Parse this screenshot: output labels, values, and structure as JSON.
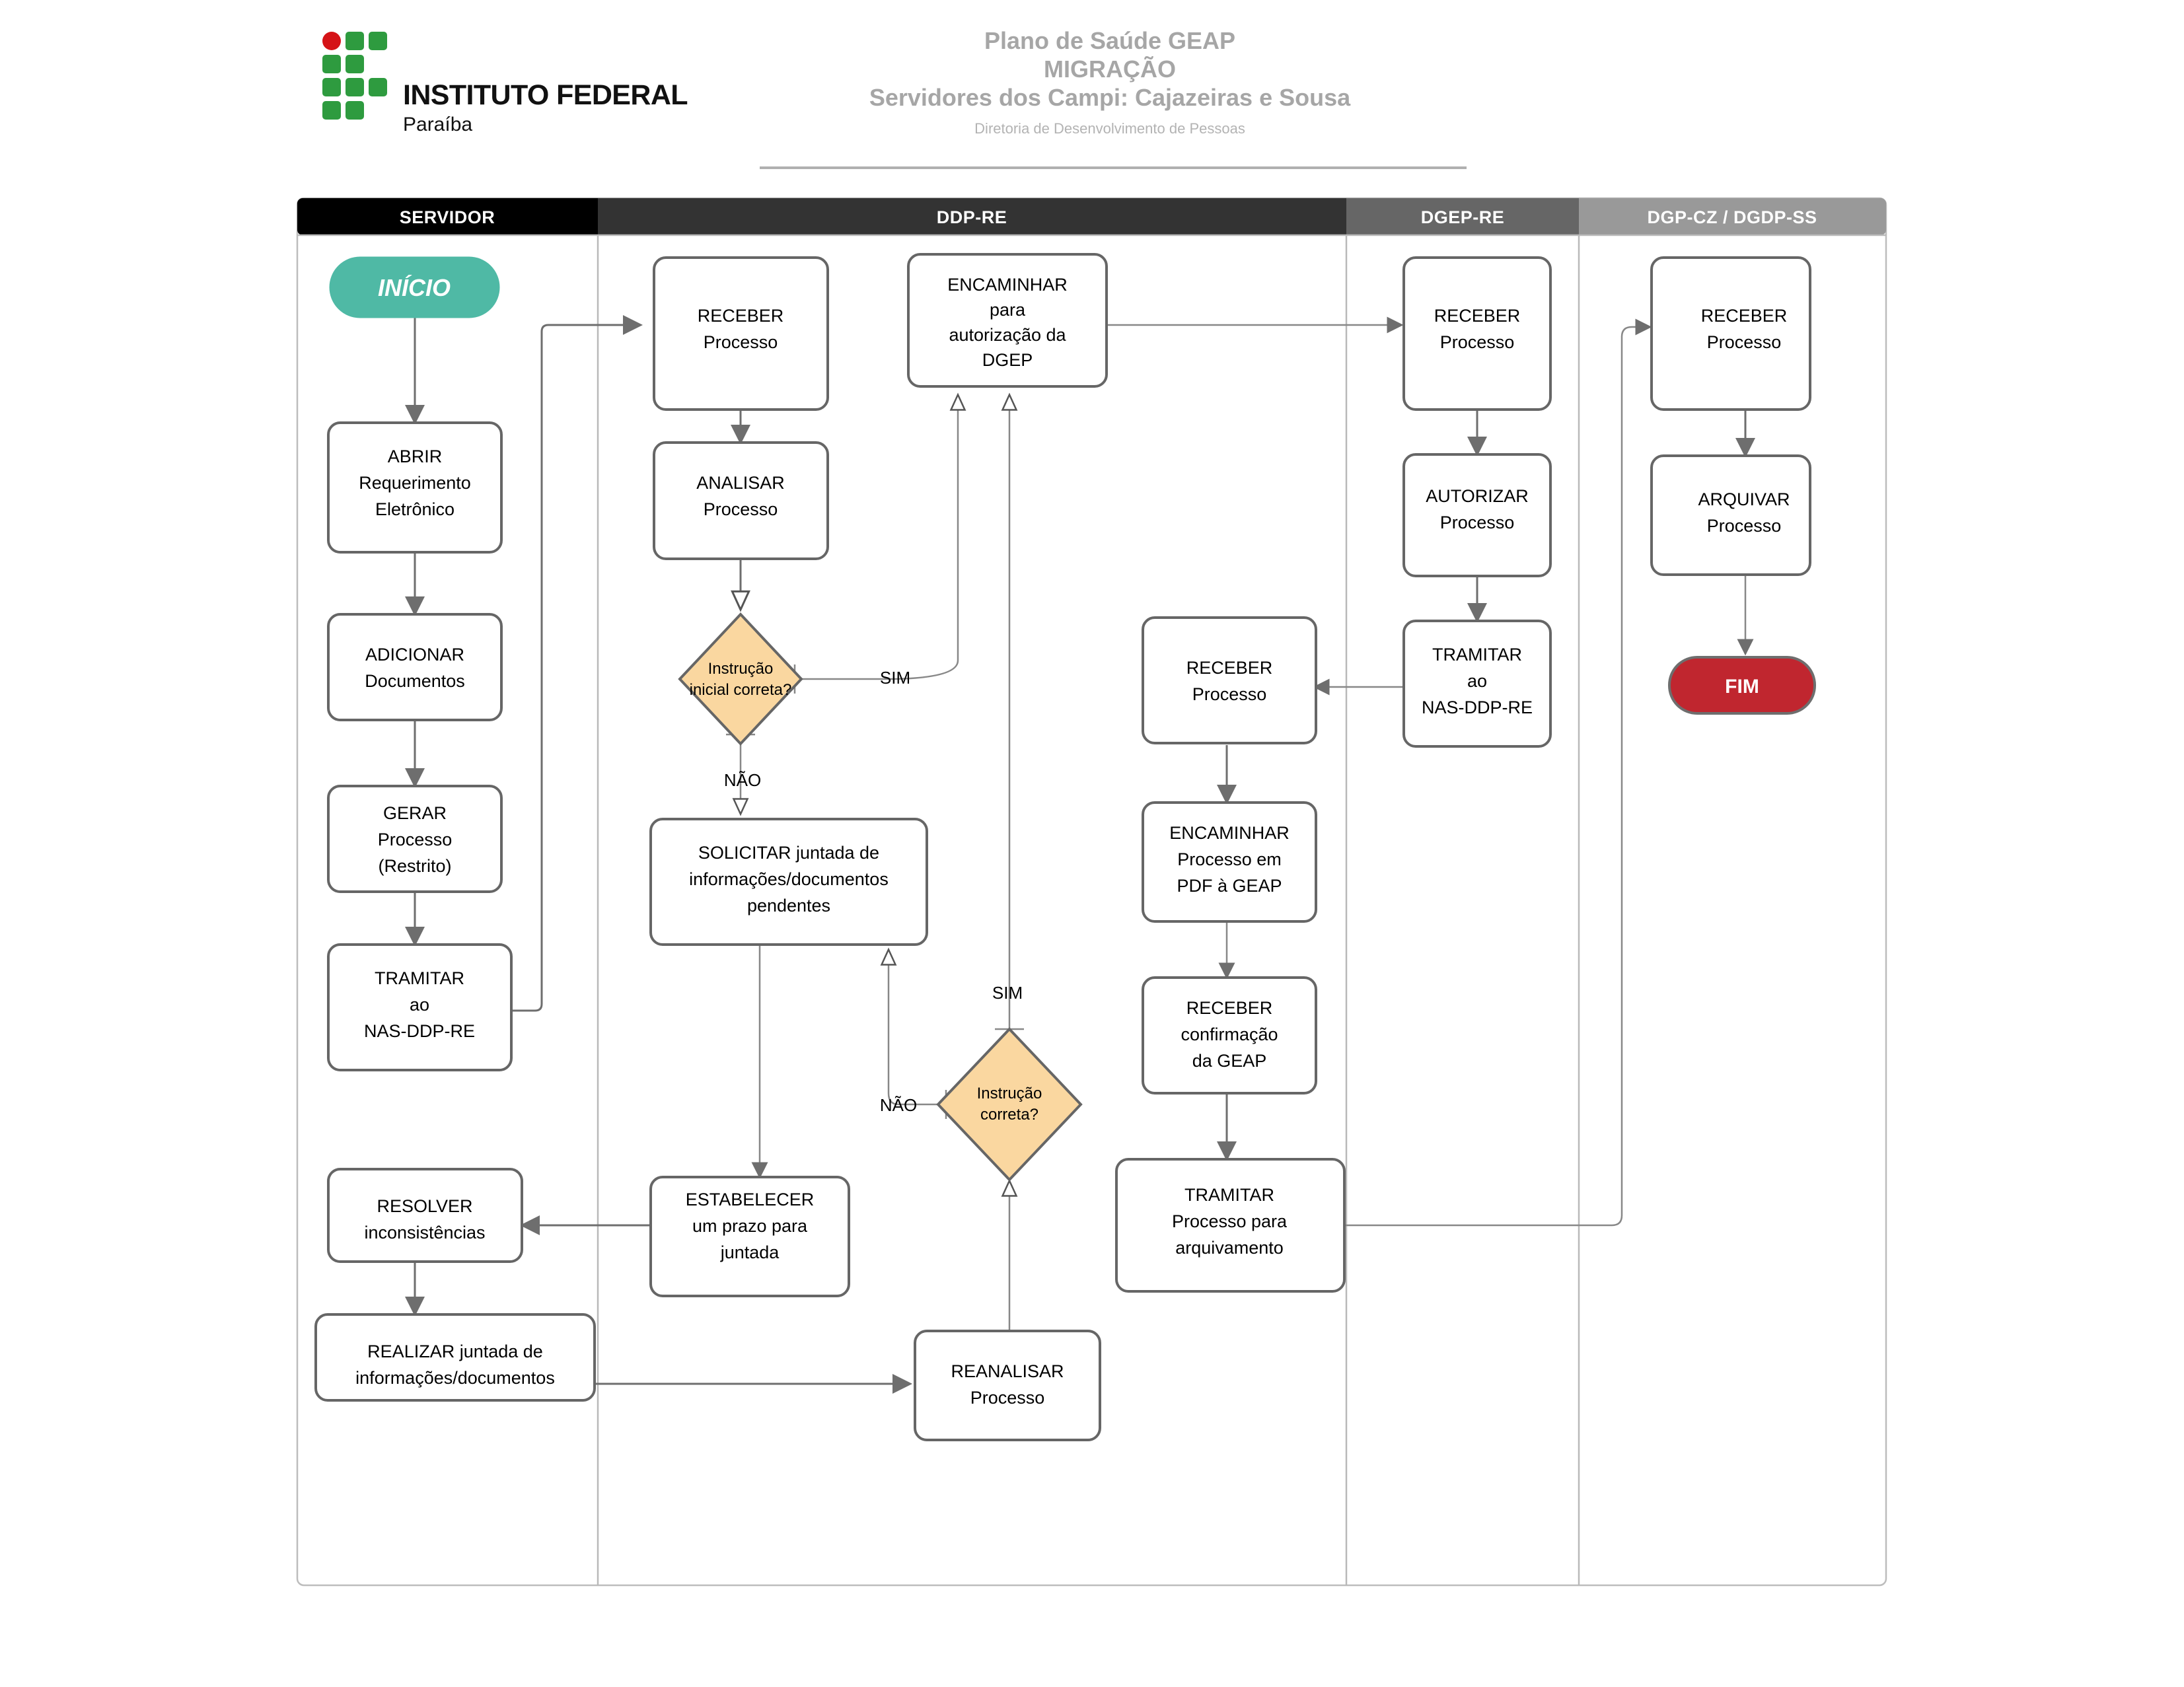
{
  "header": {
    "logo": {
      "title": "INSTITUTO FEDERAL",
      "subtitle": "Paraíba",
      "red_color": "#D51317",
      "green_color": "#2E9B3F"
    },
    "title_line1": "Plano de Saúde GEAP",
    "title_line2": "MIGRAÇÃO",
    "title_line3": "Servidores dos Campi: Cajazeiras e Sousa",
    "subtitle": "Diretoria de Desenvolvimento de Pessoas"
  },
  "lanes": [
    {
      "id": "servidor",
      "label": "SERVIDOR",
      "bg": "#000000"
    },
    {
      "id": "ddp-re",
      "label": "DDP-RE",
      "bg": "#333333"
    },
    {
      "id": "dgep-re",
      "label": "DGEP-RE",
      "bg": "#666666"
    },
    {
      "id": "dgp-cz",
      "label": "DGP-CZ / DGDP-SS",
      "bg": "#999999"
    }
  ],
  "colors": {
    "start": "#4FB9A5",
    "end": "#C0262F",
    "decision": "#FAD7A0",
    "box_stroke": "#666666",
    "link": "#6e6e6e"
  },
  "nodes": {
    "inicio": {
      "type": "terminator",
      "lane": "servidor",
      "lines": [
        "INÍCIO"
      ]
    },
    "abrir": {
      "type": "process",
      "lane": "servidor",
      "lines": [
        "ABRIR",
        "Requerimento",
        "Eletrônico"
      ]
    },
    "adicionar": {
      "type": "process",
      "lane": "servidor",
      "lines": [
        "ADICIONAR",
        "Documentos"
      ]
    },
    "gerar": {
      "type": "process",
      "lane": "servidor",
      "lines": [
        "GERAR",
        "Processo",
        "(Restrito)"
      ]
    },
    "tramitar_nas": {
      "type": "process",
      "lane": "servidor",
      "lines": [
        "TRAMITAR",
        "ao",
        "NAS-DDP-RE"
      ]
    },
    "resolver": {
      "type": "process",
      "lane": "servidor",
      "lines": [
        "RESOLVER",
        "inconsistências"
      ]
    },
    "realizar": {
      "type": "process",
      "lane": "servidor",
      "lines": [
        "REALIZAR  juntada de",
        "informações/documentos"
      ]
    },
    "receber1": {
      "type": "process",
      "lane": "ddp-re",
      "lines": [
        "RECEBER",
        "Processo"
      ]
    },
    "analisar": {
      "type": "process",
      "lane": "ddp-re",
      "lines": [
        "ANALISAR",
        "Processo"
      ]
    },
    "dec_inicial": {
      "type": "decision",
      "lane": "ddp-re",
      "lines": [
        "Instrução",
        "inicial correta?"
      ]
    },
    "solicitar": {
      "type": "process",
      "lane": "ddp-re",
      "lines": [
        "SOLICITAR juntada de",
        "informações/documentos",
        "pendentes"
      ]
    },
    "estabelecer": {
      "type": "process",
      "lane": "ddp-re",
      "lines": [
        "ESTABELECER",
        "um prazo para",
        "juntada"
      ]
    },
    "reanalisar": {
      "type": "process",
      "lane": "ddp-re",
      "lines": [
        "REANALISAR",
        "Processo"
      ]
    },
    "dec_correta": {
      "type": "decision",
      "lane": "ddp-re",
      "lines": [
        "Instrução",
        "correta?"
      ]
    },
    "encaminhar_dgep": {
      "type": "process",
      "lane": "ddp-re",
      "lines": [
        "ENCAMINHAR",
        "para",
        "autorização da",
        "DGEP"
      ]
    },
    "receber3": {
      "type": "process",
      "lane": "ddp-re",
      "lines": [
        "RECEBER",
        "Processo"
      ]
    },
    "encaminhar_pdf": {
      "type": "process",
      "lane": "ddp-re",
      "lines": [
        "ENCAMINHAR",
        "Processo em",
        "PDF à GEAP"
      ]
    },
    "receber_conf": {
      "type": "process",
      "lane": "ddp-re",
      "lines": [
        "RECEBER",
        "confirmação",
        "da GEAP"
      ]
    },
    "tramitar_arq": {
      "type": "process",
      "lane": "ddp-re",
      "lines": [
        "TRAMITAR",
        "Processo para",
        "arquivamento"
      ]
    },
    "receber2": {
      "type": "process",
      "lane": "dgep-re",
      "lines": [
        "RECEBER",
        "Processo"
      ]
    },
    "autorizar": {
      "type": "process",
      "lane": "dgep-re",
      "lines": [
        "AUTORIZAR",
        "Processo"
      ]
    },
    "tramitar_nas2": {
      "type": "process",
      "lane": "dgep-re",
      "lines": [
        "TRAMITAR",
        "ao",
        "NAS-DDP-RE"
      ]
    },
    "receber4": {
      "type": "process",
      "lane": "dgp-cz",
      "lines": [
        "RECEBER",
        "Processo"
      ]
    },
    "arquivar": {
      "type": "process",
      "lane": "dgp-cz",
      "lines": [
        "ARQUIVAR",
        "Processo"
      ]
    },
    "fim": {
      "type": "terminator",
      "lane": "dgp-cz",
      "lines": [
        "FIM"
      ]
    }
  },
  "edge_labels": {
    "sim_inicial": "SIM",
    "nao_inicial": "NÃO",
    "sim_correta": "SIM",
    "nao_correta": "NÃO"
  }
}
